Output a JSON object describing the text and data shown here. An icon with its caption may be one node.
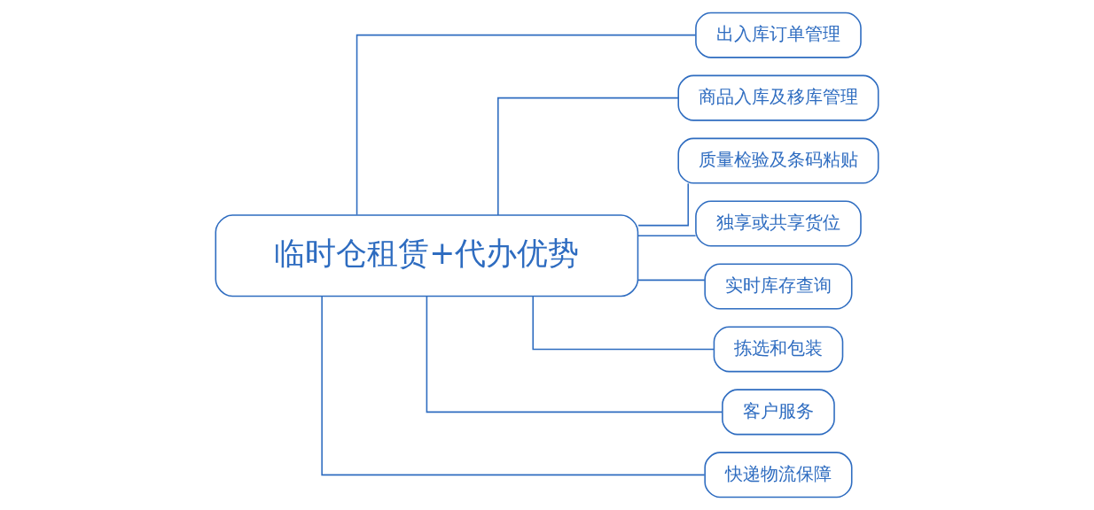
{
  "diagram": {
    "nodes": [
      {
        "text": [
          "临时仓租赁+代办优势"
        ]
      },
      {
        "text": [
          "出入库订单管理"
        ]
      },
      {
        "text": [
          "商品入库及移库管理"
        ]
      },
      {
        "text": [
          "质量检验及条码粘贴"
        ]
      },
      {
        "text": [
          "独享或共享货位"
        ]
      },
      {
        "text": [
          "实时库存查询"
        ]
      },
      {
        "text": [
          "拣选和包装"
        ]
      },
      {
        "text": [
          "客户服务"
        ]
      },
      {
        "text": [
          "快递物流保障"
        ]
      }
    ],
    "edges": [
      {
        "from": 0,
        "to": 1,
        "arrow": "none"
      },
      {
        "from": 0,
        "to": 2,
        "arrow": "none"
      },
      {
        "from": 0,
        "to": 3,
        "arrow": "none"
      },
      {
        "from": 0,
        "to": 4,
        "arrow": "none"
      },
      {
        "from": 0,
        "to": 5,
        "arrow": "none"
      },
      {
        "from": 0,
        "to": 6,
        "arrow": "none"
      },
      {
        "from": 0,
        "to": 7,
        "arrow": "none"
      },
      {
        "from": 0,
        "to": 8,
        "arrow": "none"
      }
    ]
  }
}
